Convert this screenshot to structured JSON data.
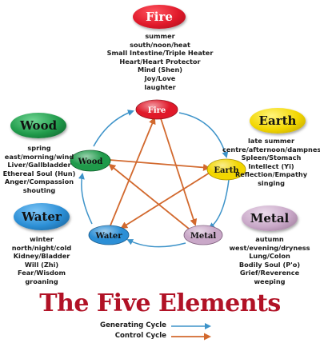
{
  "title": "The Five Elements",
  "legend": [
    {
      "label": "Generating Cycle",
      "color": "#3d93c9"
    },
    {
      "label": "Control Cycle",
      "color": "#d2692e"
    }
  ],
  "elements": [
    {
      "key": "fire",
      "name": "Fire",
      "color": "#e0192a",
      "text_color": "#ffffff",
      "attributes": [
        "summer",
        "south/noon/heat",
        "Small Intestine/Triple Heater",
        "Heart/Heart Protector",
        "Mind (Shen)",
        "Joy/Love",
        "laughter"
      ]
    },
    {
      "key": "earth",
      "name": "Earth",
      "color": "#f2d600",
      "text_color": "#111111",
      "attributes": [
        "late summer",
        "centre/afternoon/dampness",
        "Spleen/Stomach",
        "Intellect (Yi)",
        "Reflection/Empathy",
        "singing"
      ]
    },
    {
      "key": "metal",
      "name": "Metal",
      "color": "#c9a8c8",
      "text_color": "#111111",
      "attributes": [
        "autumn",
        "west/evening/dryness",
        "Lung/Colon",
        "Bodily Soul (P'o)",
        "Grief/Reverence",
        "weeping"
      ]
    },
    {
      "key": "water",
      "name": "Water",
      "color": "#2c8fd6",
      "text_color": "#111111",
      "attributes": [
        "winter",
        "north/night/cold",
        "Kidney/Bladder",
        "Will (Zhi)",
        "Fear/Wisdom",
        "groaning"
      ]
    },
    {
      "key": "wood",
      "name": "Wood",
      "color": "#1f9a4a",
      "text_color": "#111111",
      "attributes": [
        "spring",
        "east/morning/wind",
        "Liver/Gallbladder",
        "Ethereal Soul (Hun)",
        "Anger/Compassion",
        "shouting"
      ]
    }
  ]
}
